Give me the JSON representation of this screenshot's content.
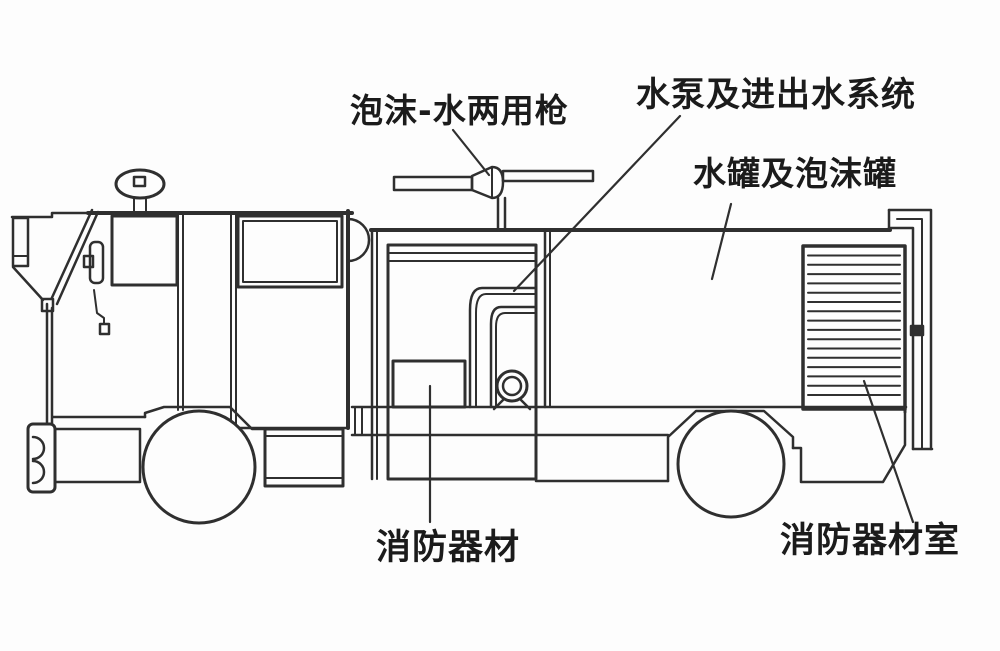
{
  "diagram": {
    "type": "foam fire truck structure line drawing",
    "colors": {
      "background": "#fdfdfd",
      "line": "#2f2f2f",
      "text": "#1b1b1b"
    },
    "labels": {
      "foam_water_gun": "泡沫-水两用枪",
      "pump_system": "水泵及进出水系统",
      "water_foam_tank": "水罐及泡沫罐",
      "fire_equipment": "消防器材",
      "equipment_compartment": "消防器材室"
    }
  }
}
